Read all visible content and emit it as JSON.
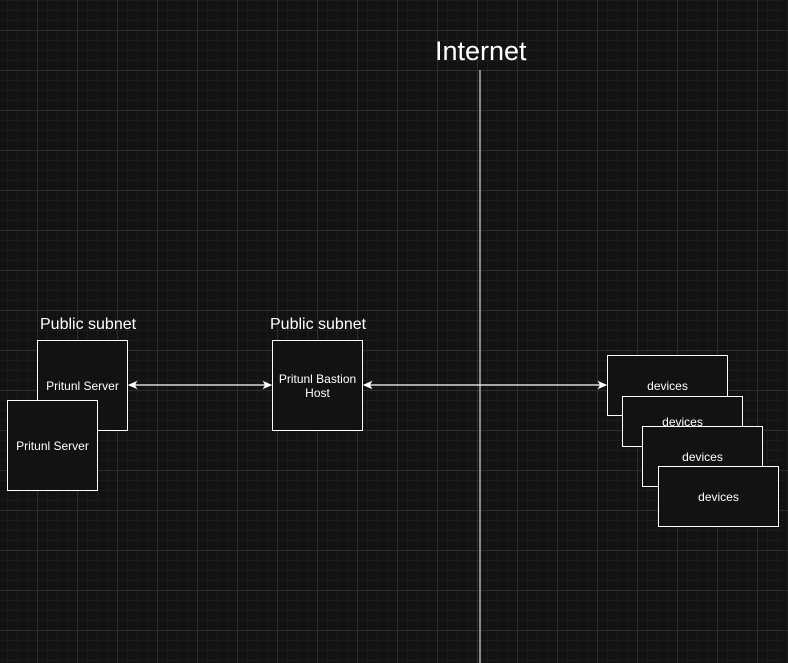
{
  "title": "Internet",
  "zones": [
    {
      "label": "Public subnet"
    },
    {
      "label": "Public subnet"
    }
  ],
  "nodes": {
    "server_1": "Pritunl Server",
    "server_2": "Pritunl Server",
    "bastion": "Pritunl Bastion Host",
    "devices": [
      "devices",
      "devices",
      "devices",
      "devices"
    ]
  },
  "colors": {
    "background": "#121212",
    "stroke": "#ffffff"
  }
}
